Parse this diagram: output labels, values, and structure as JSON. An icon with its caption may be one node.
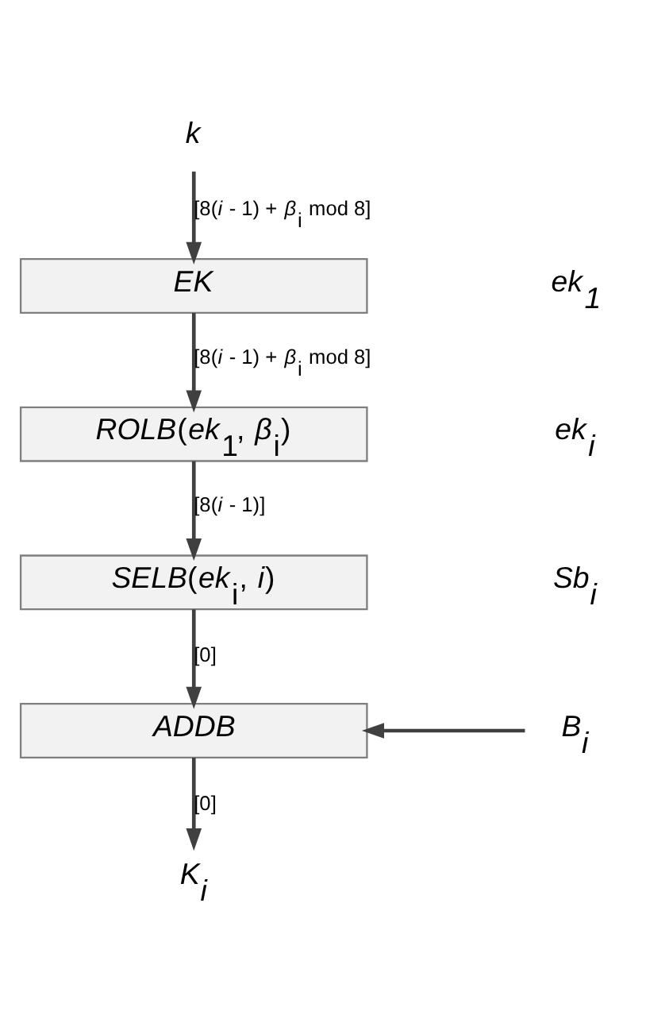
{
  "diagram": {
    "nodes": [
      {
        "text": [
          "k"
        ]
      },
      {
        "text": [
          "EK"
        ]
      },
      {
        "text": [
          "*ROLB*(*ek*$_{1}$, *β*$_{i}$)"
        ]
      },
      {
        "text": [
          "*SELB*(*ek*$_{i}$, *i*)"
        ]
      },
      {
        "text": [
          "ADDB"
        ]
      },
      {
        "text": [
          "K$_{i}$"
        ]
      },
      {
        "text": [
          "B$_{i}$"
        ]
      }
    ],
    "edges": [
      {
        "from": 0,
        "to": 1,
        "arrow": "to",
        "label": "[8(*i* - 1) + *β*$_{i}$ mod 8]"
      },
      {
        "from": 1,
        "to": 2,
        "arrow": "to",
        "label": "[8(*i* - 1) + *β*$_{i}$ mod 8]"
      },
      {
        "from": 2,
        "to": 3,
        "arrow": "to",
        "label": "[8(*i* - 1)]"
      },
      {
        "from": 3,
        "to": 4,
        "arrow": "to",
        "label": "[0]"
      },
      {
        "from": 4,
        "to": 5,
        "arrow": "to",
        "label": "[0]"
      },
      {
        "from": 6,
        "to": 4,
        "arrow": "to"
      }
    ],
    "labels": [
      "ek$_{1}$",
      "ek$_{i}$",
      "Sb$_{i}$"
    ]
  }
}
